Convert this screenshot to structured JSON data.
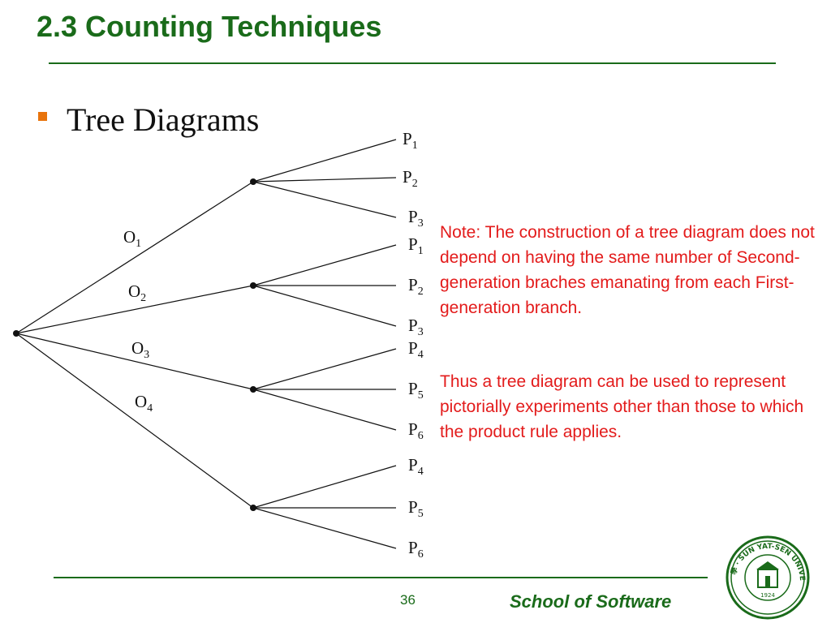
{
  "slide": {
    "title": "2.3 Counting Techniques",
    "bullet": "Tree Diagrams",
    "page_number": "36",
    "footer": "School of Software"
  },
  "tree": {
    "first_generation": [
      {
        "label": "O",
        "sub": "1",
        "children": [
          {
            "label": "P",
            "sub": "1"
          },
          {
            "label": "P",
            "sub": "2"
          },
          {
            "label": "P",
            "sub": "3"
          }
        ]
      },
      {
        "label": "O",
        "sub": "2",
        "children": [
          {
            "label": "P",
            "sub": "1"
          },
          {
            "label": "P",
            "sub": "2"
          },
          {
            "label": "P",
            "sub": "3"
          }
        ]
      },
      {
        "label": "O",
        "sub": "3",
        "children": [
          {
            "label": "P",
            "sub": "4"
          },
          {
            "label": "P",
            "sub": "5"
          },
          {
            "label": "P",
            "sub": "6"
          }
        ]
      },
      {
        "label": "O",
        "sub": "4",
        "children": [
          {
            "label": "P",
            "sub": "4"
          },
          {
            "label": "P",
            "sub": "5"
          },
          {
            "label": "P",
            "sub": "6"
          }
        ]
      }
    ]
  },
  "notes": {
    "note1": "Note: The construction of a tree diagram does not depend on having the same number of Second-generation braches emanating from each First-generation branch.",
    "note2": "Thus a tree diagram can be used to represent pictorially experiments other than those to which the product rule applies."
  },
  "logo": {
    "text": "SUN YAT-SEN UNIVERSITY",
    "chinese": "中山大學",
    "year": "1924"
  },
  "colors": {
    "title_green": "#1a6b1a",
    "note_red": "#e31b1b",
    "bullet_orange": "#e8730c"
  }
}
